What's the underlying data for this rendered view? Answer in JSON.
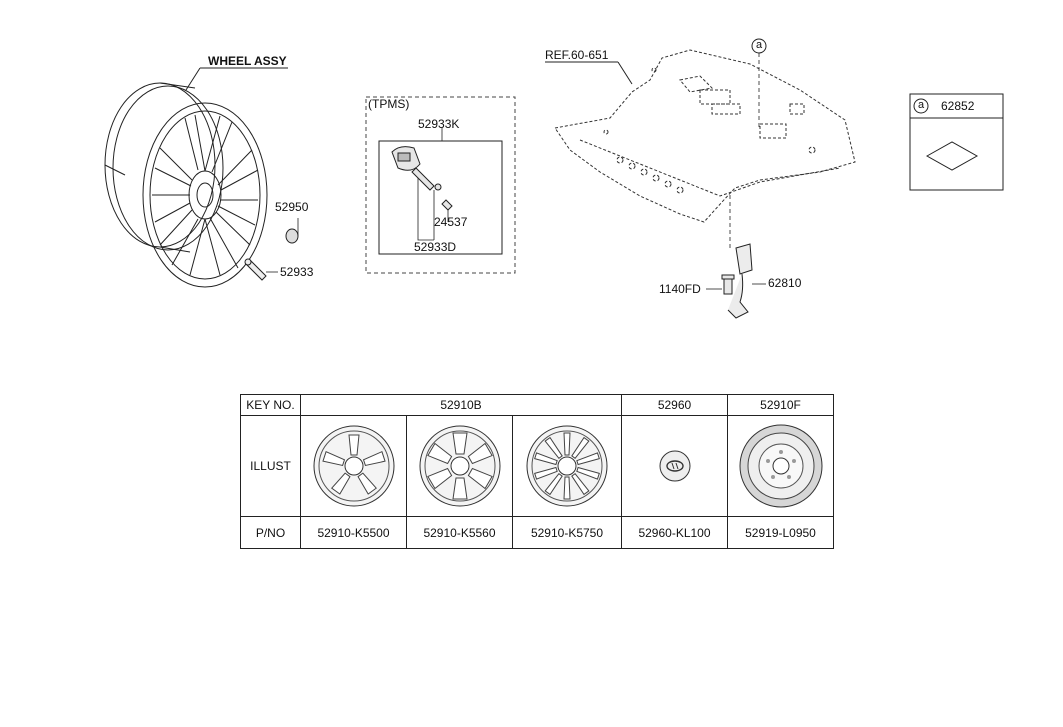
{
  "labels": {
    "wheel_assy": "WHEEL ASSY",
    "p52950": "52950",
    "p52933": "52933",
    "tpms": "(TPMS)",
    "p52933k": "52933K",
    "p24537": "24537",
    "p52933d": "52933D",
    "ref": "REF.60-651",
    "callout_a": "a",
    "p1140fd": "1140FD",
    "p62810": "62810",
    "p62852": "62852"
  },
  "table": {
    "row_headers": {
      "key": "KEY NO.",
      "illust": "ILLUST",
      "pno": "P/NO"
    },
    "keys": [
      "52910B",
      "52960",
      "52910F"
    ],
    "parts": [
      "52910-K5500",
      "52910-K5560",
      "52910-K5750",
      "52960-KL100",
      "52919-L0950"
    ],
    "illustrations": [
      "alloy-wheel-icon",
      "alloy-wheel-icon",
      "alloy-wheel-icon",
      "wheel-cap-icon",
      "spare-wheel-icon"
    ]
  }
}
